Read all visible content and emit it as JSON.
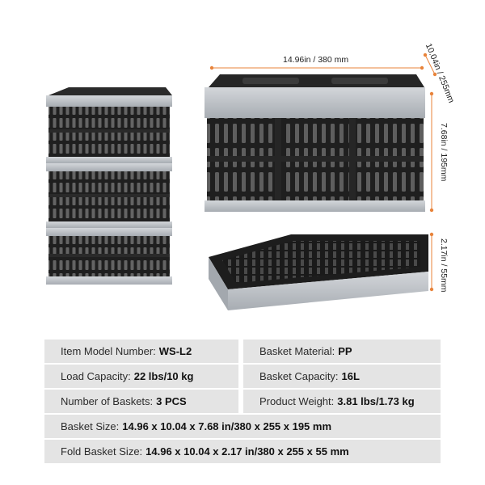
{
  "dimensions": {
    "length": "14.96in / 380 mm",
    "width": "10.04in / 255mm",
    "height": "7.68in / 195mm",
    "fold_height": "2.17in / 55mm"
  },
  "specs": {
    "model": {
      "label": "Item Model Number:",
      "value": "WS-L2"
    },
    "material": {
      "label": "Basket Material:",
      "value": "PP"
    },
    "load": {
      "label": "Load Capacity:",
      "value": "22 lbs/10 kg"
    },
    "capacity": {
      "label": "Basket Capacity:",
      "value": "16L"
    },
    "count": {
      "label": "Number of Baskets:",
      "value": "3 PCS"
    },
    "weight": {
      "label": "Product Weight:",
      "value": "3.81 lbs/1.73 kg"
    },
    "size": {
      "label": "Basket Size:",
      "value": "14.96 x 10.04 x 7.68 in/380 x 255 x 195 mm"
    },
    "fold_size": {
      "label": "Fold Basket Size:",
      "value": "14.96 x 10.04 x 2.17 in/380 x 255 x 55 mm"
    }
  },
  "colors": {
    "accent": "#e8833a",
    "panel": "#e4e4e4",
    "basket_black": "#222222",
    "basket_gray": "#b9bec4"
  }
}
